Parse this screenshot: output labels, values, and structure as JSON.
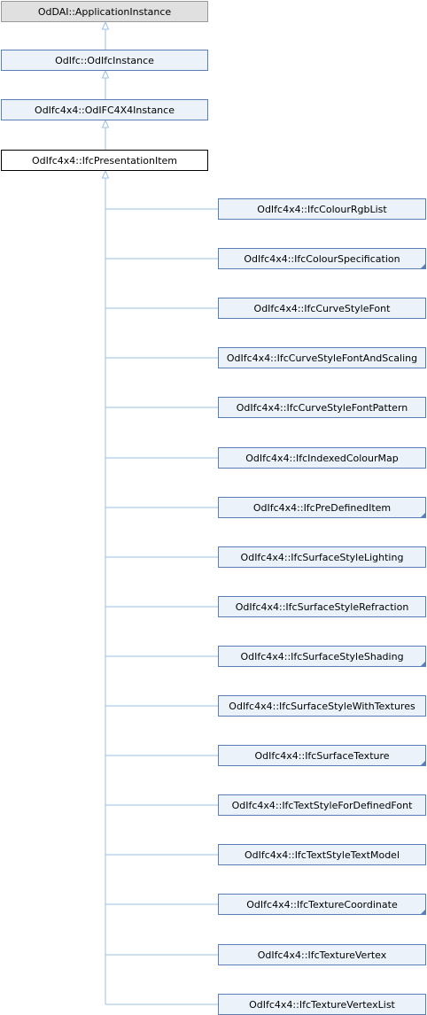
{
  "ancestors": [
    {
      "label": "OdDAI::ApplicationInstance",
      "style": "gray"
    },
    {
      "label": "OdIfc::OdIfcInstance",
      "style": "blue"
    },
    {
      "label": "OdIfc4x4::OdIFC4X4Instance",
      "style": "blue"
    }
  ],
  "current": {
    "label": "OdIfc4x4::IfcPresentationItem"
  },
  "children": [
    {
      "label": "OdIfc4x4::IfcColourRgbList",
      "has_more": false
    },
    {
      "label": "OdIfc4x4::IfcColourSpecification",
      "has_more": true
    },
    {
      "label": "OdIfc4x4::IfcCurveStyleFont",
      "has_more": false
    },
    {
      "label": "OdIfc4x4::IfcCurveStyleFontAndScaling",
      "has_more": false
    },
    {
      "label": "OdIfc4x4::IfcCurveStyleFontPattern",
      "has_more": false
    },
    {
      "label": "OdIfc4x4::IfcIndexedColourMap",
      "has_more": false
    },
    {
      "label": "OdIfc4x4::IfcPreDefinedItem",
      "has_more": true
    },
    {
      "label": "OdIfc4x4::IfcSurfaceStyleLighting",
      "has_more": false
    },
    {
      "label": "OdIfc4x4::IfcSurfaceStyleRefraction",
      "has_more": false
    },
    {
      "label": "OdIfc4x4::IfcSurfaceStyleShading",
      "has_more": true
    },
    {
      "label": "OdIfc4x4::IfcSurfaceStyleWithTextures",
      "has_more": false
    },
    {
      "label": "OdIfc4x4::IfcSurfaceTexture",
      "has_more": true
    },
    {
      "label": "OdIfc4x4::IfcTextStyleForDefinedFont",
      "has_more": false
    },
    {
      "label": "OdIfc4x4::IfcTextStyleTextModel",
      "has_more": false
    },
    {
      "label": "OdIfc4x4::IfcTextureCoordinate",
      "has_more": true
    },
    {
      "label": "OdIfc4x4::IfcTextureVertex",
      "has_more": false
    },
    {
      "label": "OdIfc4x4::IfcTextureVertexList",
      "has_more": false
    }
  ],
  "colors": {
    "edge": "#9cc0e0",
    "node_border": "#5a7fb8",
    "node_fill": "#ebf2f9",
    "root_fill": "#e0e0e0"
  }
}
